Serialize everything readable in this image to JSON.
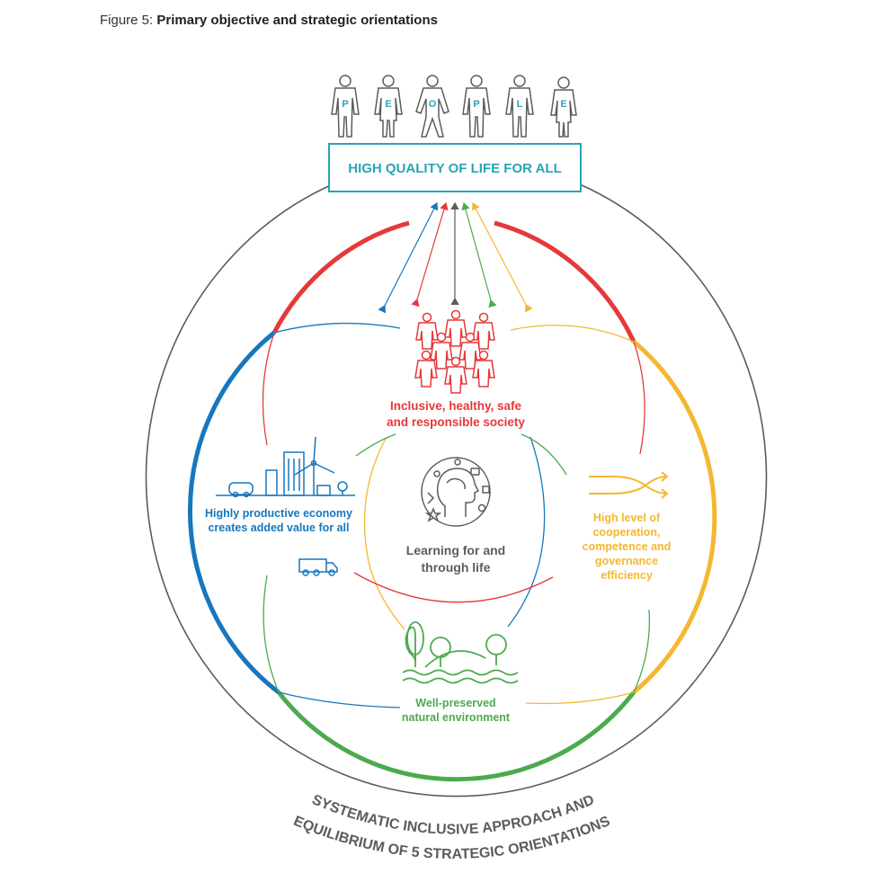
{
  "caption": {
    "prefix": "Figure 5: ",
    "title": "Primary objective and strategic orientations"
  },
  "people": {
    "letters": [
      "P",
      "E",
      "O",
      "P",
      "L",
      "E"
    ]
  },
  "goal": {
    "label": "HIGH QUALITY OF LIFE FOR ALL"
  },
  "orientations": {
    "society": {
      "line1": "Inclusive, healthy, safe",
      "line2": "and responsible society"
    },
    "economy": {
      "line1": "Highly productive economy",
      "line2": "creates added value for all"
    },
    "cooperation": {
      "line1": "High level of",
      "line2": "cooperation,",
      "line3": "competence and",
      "line4": "governance",
      "line5": "efficiency"
    },
    "learning": {
      "line1": "Learning for and",
      "line2": "through life"
    },
    "environment": {
      "line1": "Well-preserved",
      "line2": "natural environment"
    }
  },
  "outer_ring": {
    "line1": "SYSTEMATIC INCLUSIVE APPROACH AND",
    "line2": "EQUILIBRIUM OF 5 STRATEGIC ORIENTATIONS"
  },
  "colors": {
    "red": "#e5393a",
    "blue": "#1677be",
    "yellow": "#f5b731",
    "green": "#4caa4e",
    "teal": "#2aa3b5",
    "gray": "#5c5c5c"
  }
}
